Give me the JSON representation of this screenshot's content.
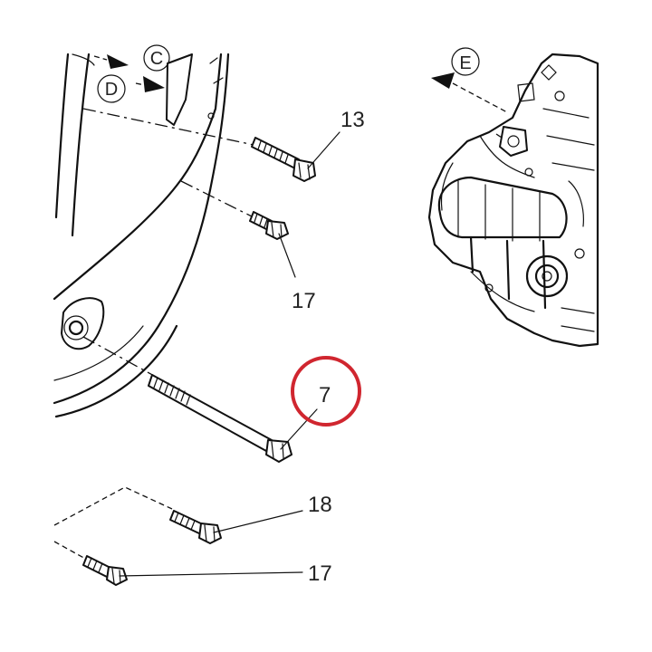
{
  "diagram": {
    "reference_letters": [
      "D",
      "C",
      "E"
    ],
    "callouts": [
      {
        "label": "13",
        "highlighted": false
      },
      {
        "label": "17",
        "highlighted": false
      },
      {
        "label": "7",
        "highlighted": true
      },
      {
        "label": "18",
        "highlighted": false
      },
      {
        "label": "17",
        "highlighted": false
      }
    ],
    "highlight_color": "#d0262f",
    "line_color": "#111111"
  }
}
